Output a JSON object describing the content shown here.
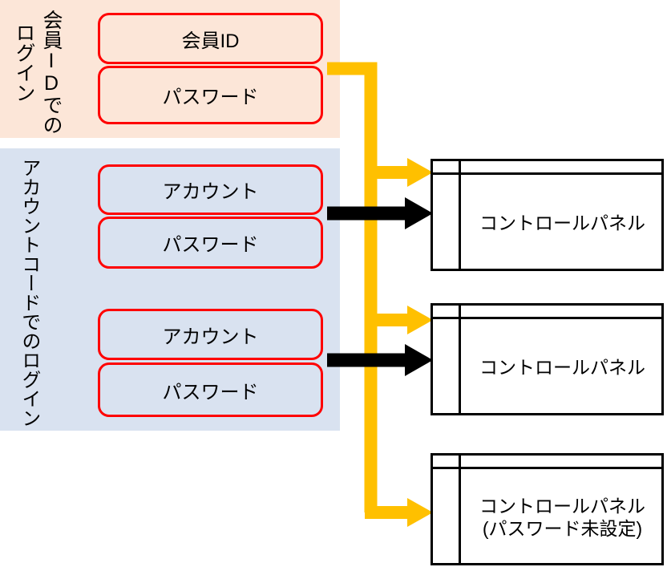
{
  "diagram": {
    "title": "",
    "colors": {
      "member_group_bg": "#FCE6D8",
      "account_group_bg": "#D9E2F0",
      "field_border": "#FF0000",
      "orange_connector": "#FFC000",
      "black_connector": "#000000",
      "panel_border": "#000000",
      "page_bg": "#FFFFFF"
    },
    "groups": [
      {
        "id": "member-login",
        "label_lines": [
          "会員IDでの",
          "ログイン"
        ],
        "background": "#FCE6D8",
        "fields": [
          {
            "id": "member-id",
            "label": "会員ID"
          },
          {
            "id": "member-password",
            "label": "パスワード"
          }
        ]
      },
      {
        "id": "account-code-login",
        "label_lines": [
          "アカウントコードでのログイン"
        ],
        "background": "#D9E2F0",
        "fields": [
          {
            "id": "account-1",
            "label": "アカウント"
          },
          {
            "id": "account-1-password",
            "label": "パスワード"
          },
          {
            "id": "account-2",
            "label": "アカウント"
          },
          {
            "id": "account-2-password",
            "label": "パスワード"
          }
        ]
      }
    ],
    "panels": [
      {
        "id": "control-panel-1",
        "lines": [
          "コントロールパネル"
        ]
      },
      {
        "id": "control-panel-2",
        "lines": [
          "コントロールパネル"
        ]
      },
      {
        "id": "control-panel-3",
        "lines": [
          "コントロールパネル",
          "(パスワード未設定)"
        ]
      }
    ],
    "connectors": [
      {
        "id": "orange-trunk-to-panel-1",
        "color": "#FFC000",
        "from": "member-login",
        "to": "control-panel-1"
      },
      {
        "id": "orange-trunk-to-panel-2",
        "color": "#FFC000",
        "from": "member-login",
        "to": "control-panel-2"
      },
      {
        "id": "orange-trunk-to-panel-3",
        "color": "#FFC000",
        "from": "member-login",
        "to": "control-panel-3"
      },
      {
        "id": "black-account-1-to-panel-1",
        "color": "#000000",
        "from": "account-1",
        "to": "control-panel-1"
      },
      {
        "id": "black-account-2-to-panel-2",
        "color": "#000000",
        "from": "account-2",
        "to": "control-panel-2"
      }
    ]
  }
}
